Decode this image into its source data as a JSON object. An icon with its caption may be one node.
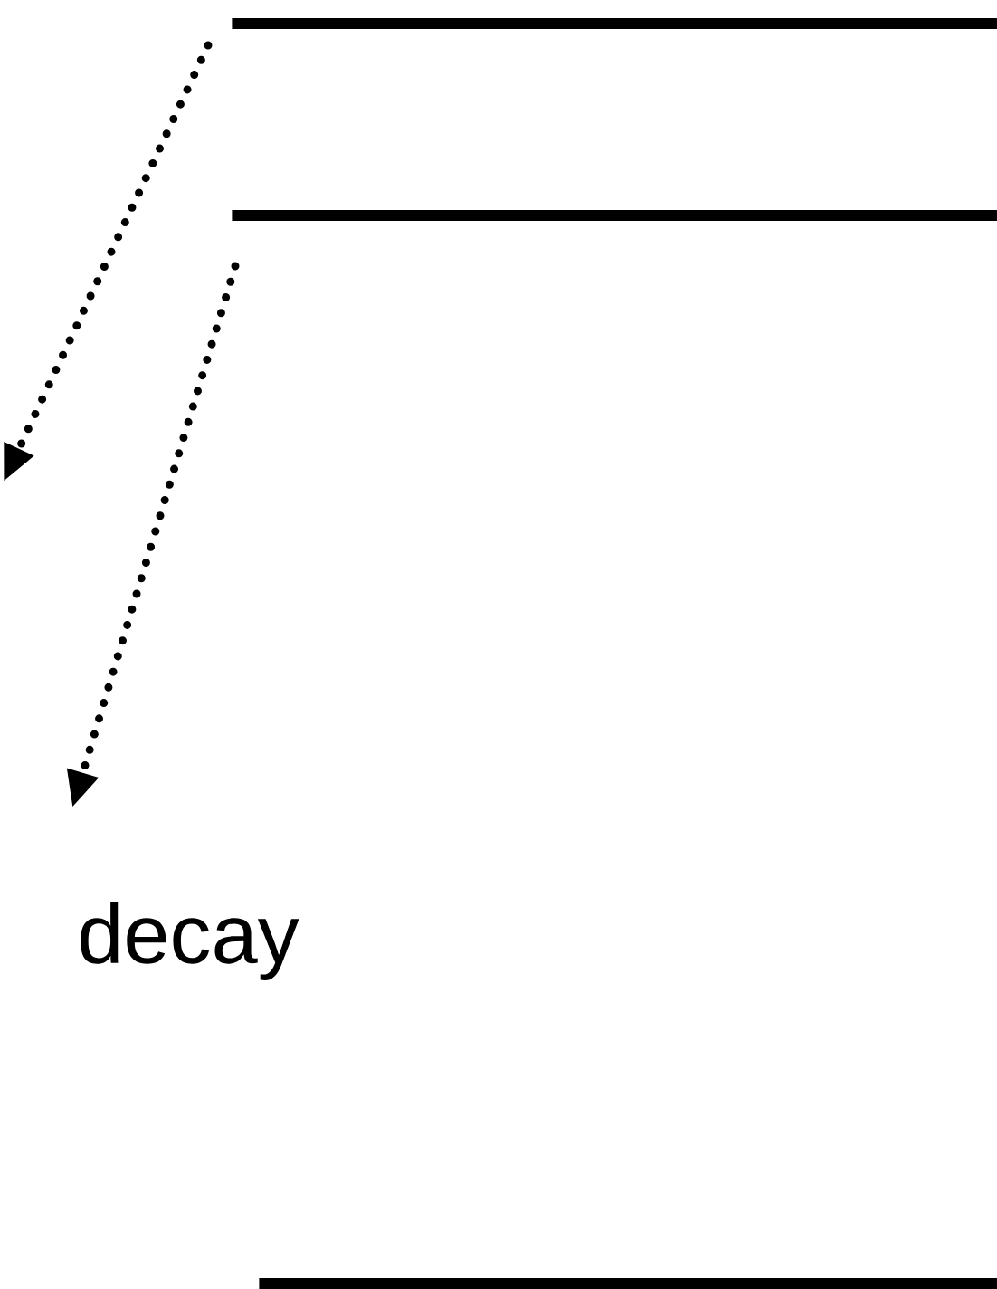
{
  "diagram": {
    "nodes": [
      {
        "text": [],
        "shape": "bar"
      },
      {
        "text": [],
        "shape": "bar"
      },
      {
        "text": [],
        "shape": "bar"
      }
    ],
    "edges": [
      {
        "from": 0,
        "to": null,
        "arrow": "to"
      },
      {
        "from": 1,
        "to": null,
        "arrow": "to"
      }
    ],
    "labels": [
      "decay"
    ]
  }
}
